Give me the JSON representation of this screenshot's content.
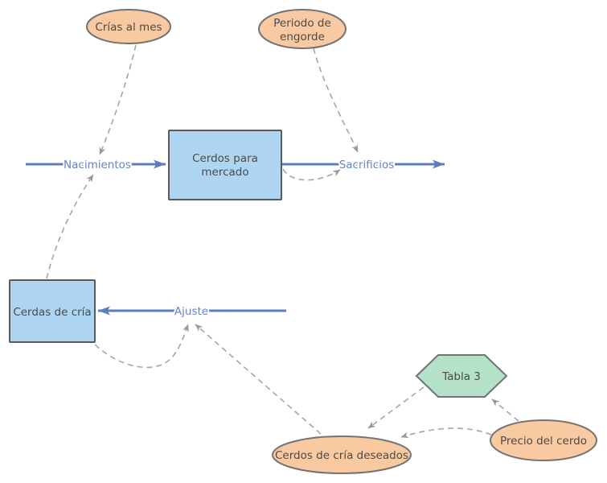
{
  "diagram": {
    "type": "stock-and-flow",
    "language": "es",
    "colors": {
      "stock_fill": "#aed5f2",
      "stock_stroke": "#595a5c",
      "aux_fill": "#f9caa2",
      "aux_stroke": "#737373",
      "lookup_fill": "#b3e2c9",
      "lookup_stroke": "#737373",
      "flow": "#5b7cbd",
      "flow_label": "#6484c5",
      "connector": "#a6a6a6",
      "connector_arrow": "#999999",
      "node_text": "#4a4a4a",
      "background": "#ffffff"
    },
    "stocks": [
      {
        "label": "Cerdos para mercado",
        "line1": "Cerdos para",
        "line2": "mercado"
      },
      {
        "label": "Cerdas de cría",
        "line1": "Cerdas de cría"
      }
    ],
    "flows": [
      {
        "label": "Nacimientos",
        "direction": "into Cerdos para mercado"
      },
      {
        "label": "Sacrificios",
        "direction": "out of Cerdos para mercado"
      },
      {
        "label": "Ajuste",
        "direction": "into Cerdas de cría"
      }
    ],
    "auxiliaries": [
      {
        "label": "Crías al mes",
        "line1": "Crías al mes"
      },
      {
        "label": "Periodo de engorde",
        "line1": "Periodo de",
        "line2": "engorde"
      },
      {
        "label": "Cerdos de cría deseados",
        "line1": "Cerdos de cría deseados"
      },
      {
        "label": "Precio del cerdo",
        "line1": "Precio del cerdo"
      }
    ],
    "lookups": [
      {
        "label": "Tabla 3"
      }
    ],
    "connections": [
      {
        "from": "Crías al mes",
        "to": "Nacimientos"
      },
      {
        "from": "Cerdas de cría",
        "to": "Nacimientos"
      },
      {
        "from": "Periodo de engorde",
        "to": "Sacrificios"
      },
      {
        "from": "Cerdos para mercado",
        "to": "Sacrificios"
      },
      {
        "from": "Cerdas de cría",
        "to": "Ajuste"
      },
      {
        "from": "Cerdos de cría deseados",
        "to": "Ajuste"
      },
      {
        "from": "Tabla 3",
        "to": "Cerdos de cría deseados"
      },
      {
        "from": "Precio del cerdo",
        "to": "Tabla 3"
      },
      {
        "from": "Precio del cerdo",
        "to": "Cerdos de cría deseados"
      }
    ]
  }
}
